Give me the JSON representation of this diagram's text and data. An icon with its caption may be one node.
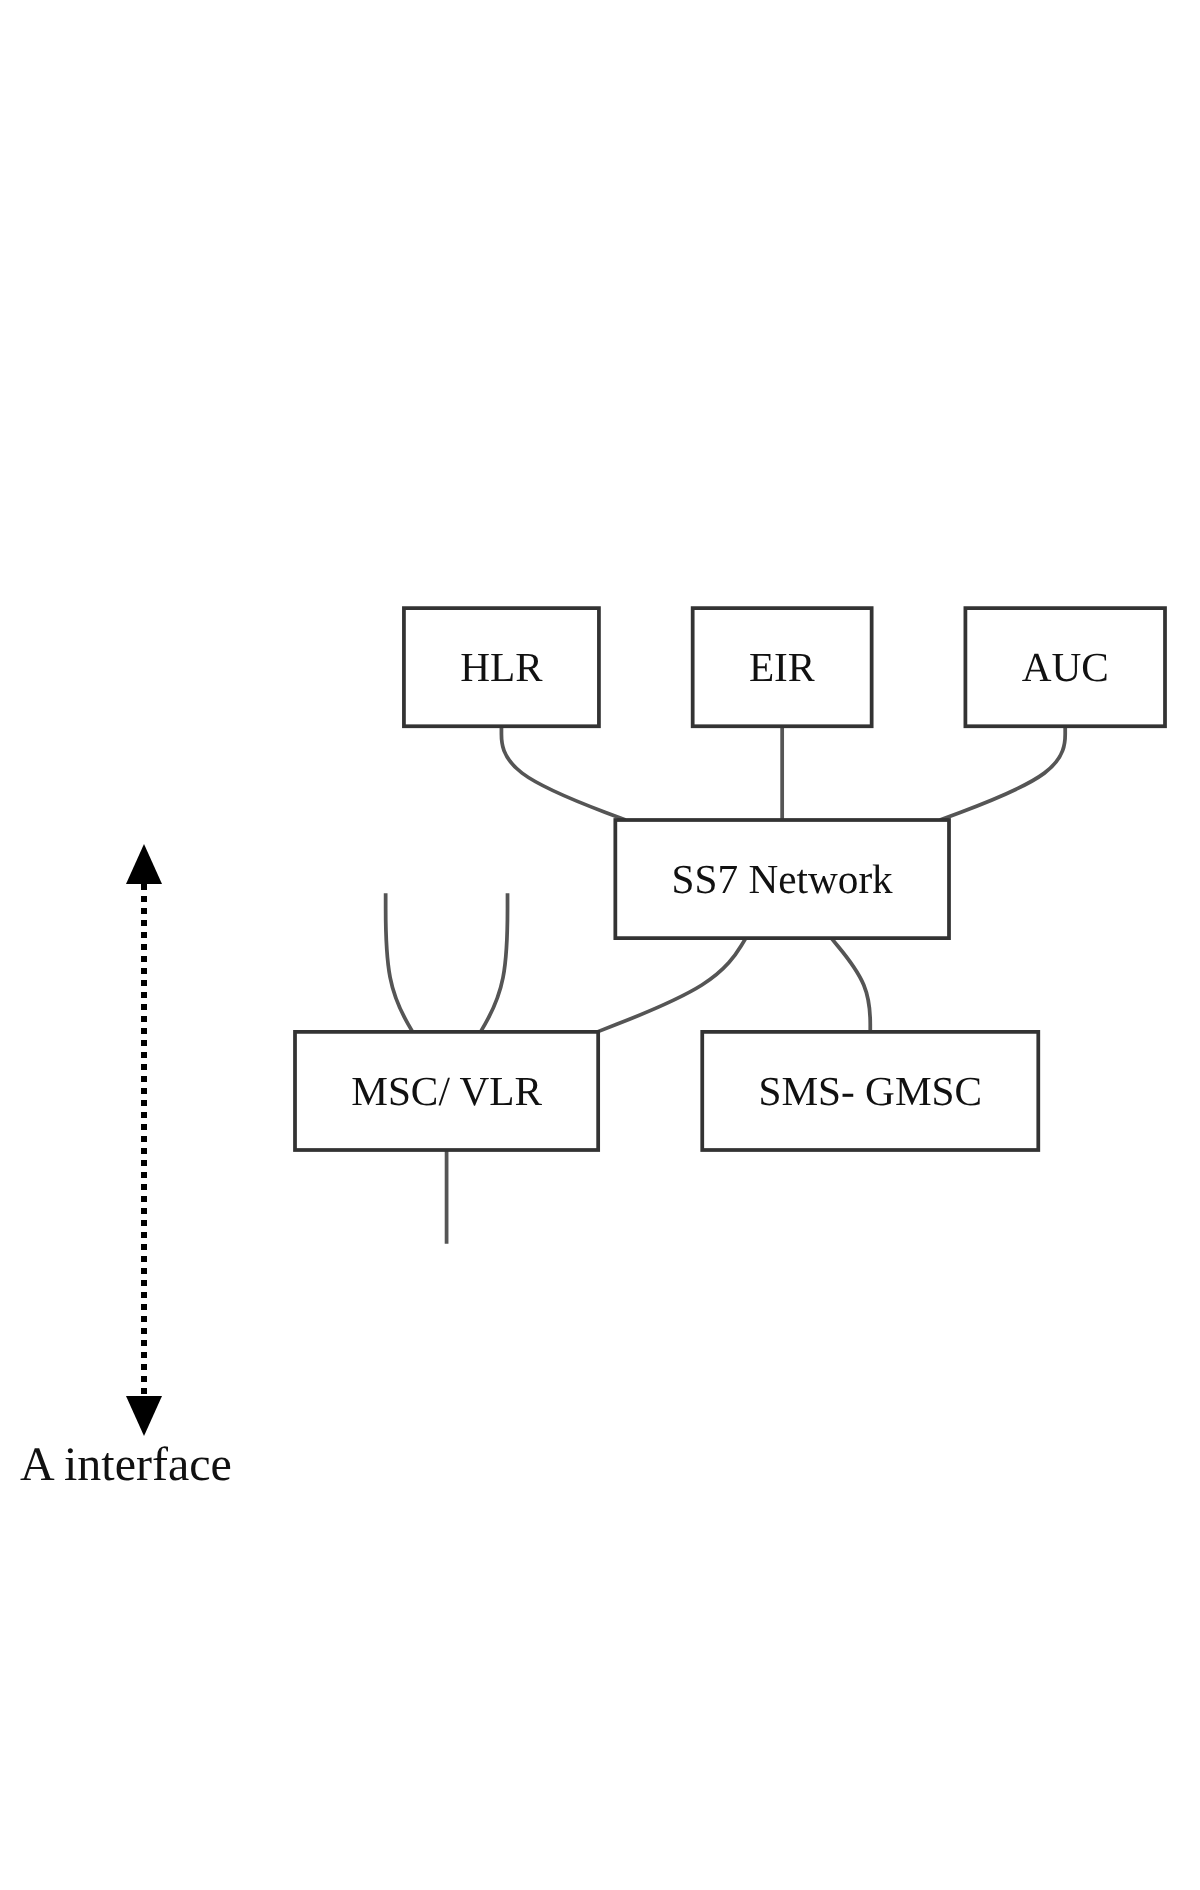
{
  "diagram": {
    "nodes": [
      {
        "text": [
          "AUC"
        ]
      },
      {
        "text": [
          "EIR"
        ]
      },
      {
        "text": [
          "HLR"
        ]
      },
      {
        "text": [
          "SS7 Network"
        ]
      },
      {
        "text": [
          "MSC/ VLR"
        ]
      },
      {
        "text": [
          "SMS- GMSC"
        ]
      }
    ],
    "edges": [
      {
        "from": 0,
        "to": 3,
        "arrow": "none"
      },
      {
        "from": 1,
        "to": 3,
        "arrow": "none"
      },
      {
        "from": 2,
        "to": 3,
        "arrow": "none"
      },
      {
        "from": 3,
        "to": 4,
        "arrow": "none"
      },
      {
        "from": 3,
        "to": 5,
        "arrow": "none"
      },
      {
        "from": 4,
        "to": null,
        "arrow": "none"
      },
      {
        "from": null,
        "to": 4,
        "arrow": "none"
      },
      {
        "from": null,
        "to": 4,
        "arrow": "none"
      }
    ],
    "labels": [
      "A interface"
    ]
  }
}
